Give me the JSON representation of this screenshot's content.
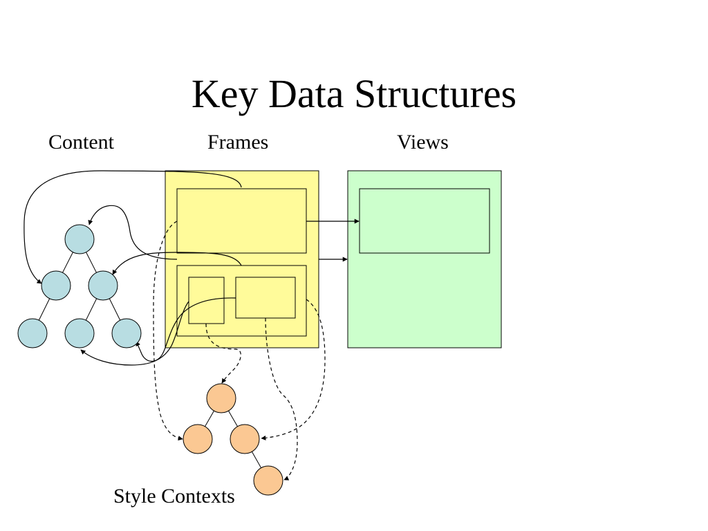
{
  "slide": {
    "title": "Key Data Structures",
    "labels": {
      "content": "Content",
      "frames": "Frames",
      "views": "Views",
      "style_contexts": "Style Contexts"
    }
  },
  "colors": {
    "content_node": "#b8dde2",
    "frames_panel": "#fffb9a",
    "views_panel": "#ccffcc",
    "style_node": "#fbc893",
    "stroke": "#000000"
  }
}
